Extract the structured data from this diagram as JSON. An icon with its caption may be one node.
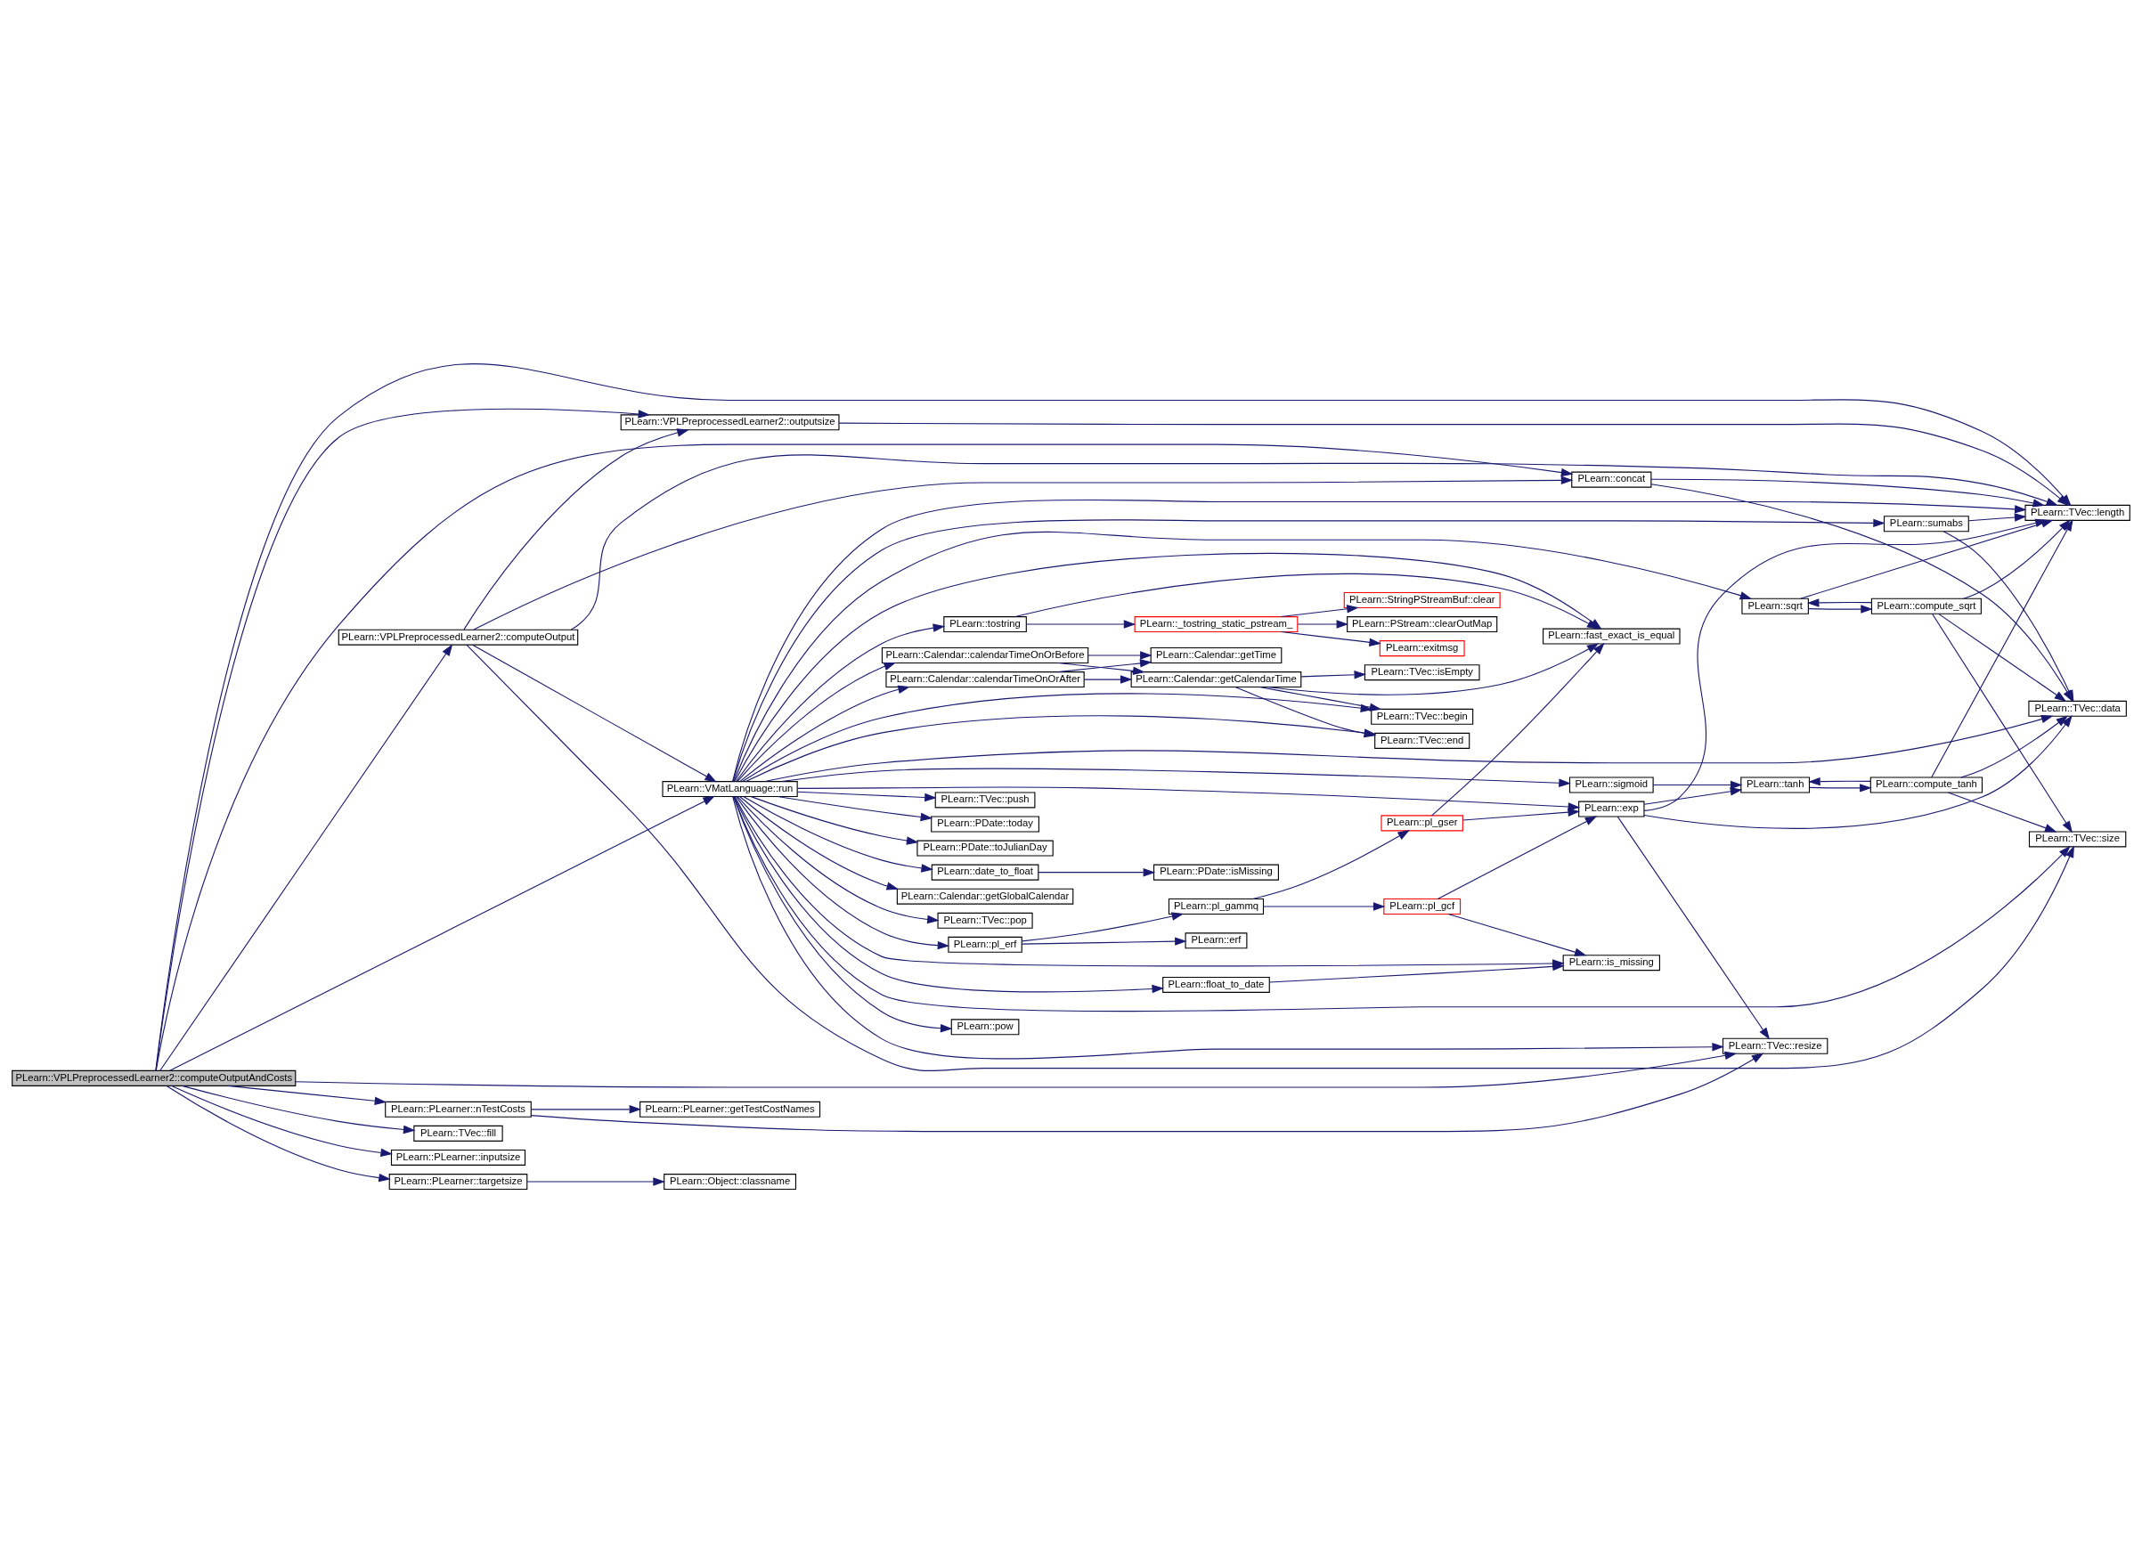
{
  "diagram": {
    "nodes": [
      {
        "text": [
          "PLearn::VPLPreprocessedLearner2::computeOutputAndCosts"
        ]
      },
      {
        "text": [
          "PLearn::VPLPreprocessedLearner2::outputsize"
        ]
      },
      {
        "text": [
          "PLearn::VPLPreprocessedLearner2::computeOutput"
        ]
      },
      {
        "text": [
          "PLearn::concat"
        ]
      },
      {
        "text": [
          "PLearn::VMatLanguage::run"
        ]
      },
      {
        "text": [
          "PLearn::PLearner::nTestCosts"
        ]
      },
      {
        "text": [
          "PLearn::TVec::fill"
        ]
      },
      {
        "text": [
          "PLearn::PLearner::inputsize"
        ]
      },
      {
        "text": [
          "PLearn::PLearner::getTestCostNames"
        ]
      },
      {
        "text": [
          "PLearn::PLearner::targetsize"
        ]
      },
      {
        "text": [
          "PLearn::Object::classname"
        ]
      },
      {
        "text": [
          "PLearn::TVec::length"
        ]
      },
      {
        "text": [
          "PLearn::TVec::data"
        ]
      },
      {
        "text": [
          "PLearn::TVec::size"
        ]
      },
      {
        "text": [
          "PLearn::TVec::resize"
        ]
      },
      {
        "text": [
          "PLearn::sumabs"
        ]
      },
      {
        "text": [
          "PLearn::sqrt"
        ]
      },
      {
        "text": [
          "PLearn::compute_sqrt"
        ]
      },
      {
        "text": [
          "PLearn::TVec::push"
        ]
      },
      {
        "text": [
          "PLearn::sigmoid"
        ]
      },
      {
        "text": [
          "PLearn::tanh"
        ]
      },
      {
        "text": [
          "PLearn::compute_tanh"
        ]
      },
      {
        "text": [
          "PLearn::PDate::today"
        ]
      },
      {
        "text": [
          "PLearn::PDate::toJulianDay"
        ]
      },
      {
        "text": [
          "PLearn::tostring"
        ]
      },
      {
        "text": [
          "PLearn::_tostring_static_pstream_"
        ]
      },
      {
        "text": [
          "PLearn::PStream::clearOutMap"
        ]
      },
      {
        "text": [
          "PLearn::exitmsg"
        ]
      },
      {
        "text": [
          "PLearn::StringPStreamBuf::clear"
        ]
      },
      {
        "text": [
          "PLearn::exp"
        ]
      },
      {
        "text": [
          "PLearn::Calendar::calendarTimeOnOrAfter"
        ]
      },
      {
        "text": [
          "PLearn::Calendar::getTime"
        ]
      },
      {
        "text": [
          "PLearn::Calendar::calendarTimeOnOrBefore"
        ]
      },
      {
        "text": [
          "PLearn::pl_gser"
        ]
      },
      {
        "text": [
          "PLearn::pl_gammq"
        ]
      },
      {
        "text": [
          "PLearn::pl_gcf"
        ]
      },
      {
        "text": [
          "PLearn::pl_erf"
        ]
      },
      {
        "text": [
          "PLearn::Calendar::getCalendarTime"
        ]
      },
      {
        "text": [
          "PLearn::TVec::begin"
        ]
      },
      {
        "text": [
          "PLearn::fast_exact_is_equal"
        ]
      },
      {
        "text": [
          "PLearn::erf"
        ]
      },
      {
        "text": [
          "PLearn::TVec::isEmpty"
        ]
      },
      {
        "text": [
          "PLearn::TVec::end"
        ]
      },
      {
        "text": [
          "PLearn::date_to_float"
        ]
      },
      {
        "text": [
          "PLearn::PDate::isMissing"
        ]
      },
      {
        "text": [
          "PLearn::is_missing"
        ]
      },
      {
        "text": [
          "PLearn::Calendar::getGlobalCalendar"
        ]
      },
      {
        "text": [
          "PLearn::float_to_date"
        ]
      },
      {
        "text": [
          "PLearn::TVec::pop"
        ]
      },
      {
        "text": [
          "PLearn::pow"
        ]
      }
    ],
    "edges": [
      {
        "from": 0,
        "to": 11,
        "arrow": "to"
      },
      {
        "from": 0,
        "to": 1,
        "arrow": "to"
      },
      {
        "from": 0,
        "to": 2,
        "arrow": "to"
      },
      {
        "from": 0,
        "to": 3,
        "arrow": "to"
      },
      {
        "from": 0,
        "to": 4,
        "arrow": "to"
      },
      {
        "from": 0,
        "to": 5,
        "arrow": "to"
      },
      {
        "from": 0,
        "to": 6,
        "arrow": "to"
      },
      {
        "from": 0,
        "to": 7,
        "arrow": "to"
      },
      {
        "from": 0,
        "to": 14,
        "arrow": "to"
      },
      {
        "from": 0,
        "to": 9,
        "arrow": "to"
      },
      {
        "from": 1,
        "to": 11,
        "arrow": "to"
      },
      {
        "from": 2,
        "to": 1,
        "arrow": "to"
      },
      {
        "from": 2,
        "to": 11,
        "arrow": "to"
      },
      {
        "from": 2,
        "to": 3,
        "arrow": "to"
      },
      {
        "from": 2,
        "to": 4,
        "arrow": "to"
      },
      {
        "from": 2,
        "to": 13,
        "arrow": "to"
      },
      {
        "from": 3,
        "to": 11,
        "arrow": "to"
      },
      {
        "from": 3,
        "to": 12,
        "arrow": "to"
      },
      {
        "from": 4,
        "to": 11,
        "arrow": "to"
      },
      {
        "from": 4,
        "to": 15,
        "arrow": "to"
      },
      {
        "from": 4,
        "to": 16,
        "arrow": "to"
      },
      {
        "from": 4,
        "to": 18,
        "arrow": "to"
      },
      {
        "from": 4,
        "to": 19,
        "arrow": "to"
      },
      {
        "from": 4,
        "to": 12,
        "arrow": "to"
      },
      {
        "from": 4,
        "to": 29,
        "arrow": "to"
      },
      {
        "from": 4,
        "to": 13,
        "arrow": "to"
      },
      {
        "from": 4,
        "to": 22,
        "arrow": "to"
      },
      {
        "from": 4,
        "to": 23,
        "arrow": "to"
      },
      {
        "from": 4,
        "to": 24,
        "arrow": "to"
      },
      {
        "from": 4,
        "to": 38,
        "arrow": "to"
      },
      {
        "from": 4,
        "to": 30,
        "arrow": "to"
      },
      {
        "from": 4,
        "to": 32,
        "arrow": "to"
      },
      {
        "from": 4,
        "to": 36,
        "arrow": "to"
      },
      {
        "from": 4,
        "to": 42,
        "arrow": "to"
      },
      {
        "from": 4,
        "to": 39,
        "arrow": "to"
      },
      {
        "from": 4,
        "to": 43,
        "arrow": "to"
      },
      {
        "from": 4,
        "to": 45,
        "arrow": "to"
      },
      {
        "from": 4,
        "to": 47,
        "arrow": "to"
      },
      {
        "from": 4,
        "to": 46,
        "arrow": "to"
      },
      {
        "from": 4,
        "to": 48,
        "arrow": "to"
      },
      {
        "from": 4,
        "to": 49,
        "arrow": "to"
      },
      {
        "from": 4,
        "to": 14,
        "arrow": "to"
      },
      {
        "from": 5,
        "to": 8,
        "arrow": "to"
      },
      {
        "from": 5,
        "to": 14,
        "arrow": "to"
      },
      {
        "from": 9,
        "to": 10,
        "arrow": "to"
      },
      {
        "from": 15,
        "to": 11,
        "arrow": "to"
      },
      {
        "from": 15,
        "to": 12,
        "arrow": "to"
      },
      {
        "from": 16,
        "to": 11,
        "arrow": "to"
      },
      {
        "from": 16,
        "to": 17,
        "arrow": "to"
      },
      {
        "from": 17,
        "to": 16,
        "arrow": "to"
      },
      {
        "from": 17,
        "to": 11,
        "arrow": "to"
      },
      {
        "from": 17,
        "to": 12,
        "arrow": "to"
      },
      {
        "from": 17,
        "to": 13,
        "arrow": "to"
      },
      {
        "from": 19,
        "to": 20,
        "arrow": "to"
      },
      {
        "from": 20,
        "to": 21,
        "arrow": "to"
      },
      {
        "from": 21,
        "to": 20,
        "arrow": "to"
      },
      {
        "from": 21,
        "to": 11,
        "arrow": "to"
      },
      {
        "from": 21,
        "to": 12,
        "arrow": "to"
      },
      {
        "from": 21,
        "to": 13,
        "arrow": "to"
      },
      {
        "from": 24,
        "to": 25,
        "arrow": "to"
      },
      {
        "from": 24,
        "to": 39,
        "arrow": "to"
      },
      {
        "from": 25,
        "to": 26,
        "arrow": "to"
      },
      {
        "from": 25,
        "to": 27,
        "arrow": "to"
      },
      {
        "from": 25,
        "to": 28,
        "arrow": "to"
      },
      {
        "from": 29,
        "to": 20,
        "arrow": "to"
      },
      {
        "from": 29,
        "to": 11,
        "arrow": "to"
      },
      {
        "from": 29,
        "to": 12,
        "arrow": "to"
      },
      {
        "from": 29,
        "to": 14,
        "arrow": "to"
      },
      {
        "from": 30,
        "to": 31,
        "arrow": "to"
      },
      {
        "from": 30,
        "to": 37,
        "arrow": "to"
      },
      {
        "from": 32,
        "to": 31,
        "arrow": "to"
      },
      {
        "from": 32,
        "to": 37,
        "arrow": "to"
      },
      {
        "from": 33,
        "to": 29,
        "arrow": "to"
      },
      {
        "from": 33,
        "to": 39,
        "arrow": "to"
      },
      {
        "from": 34,
        "to": 33,
        "arrow": "to"
      },
      {
        "from": 34,
        "to": 35,
        "arrow": "to"
      },
      {
        "from": 35,
        "to": 29,
        "arrow": "to"
      },
      {
        "from": 35,
        "to": 45,
        "arrow": "to"
      },
      {
        "from": 36,
        "to": 34,
        "arrow": "to"
      },
      {
        "from": 36,
        "to": 40,
        "arrow": "to"
      },
      {
        "from": 37,
        "to": 38,
        "arrow": "to"
      },
      {
        "from": 37,
        "to": 41,
        "arrow": "to"
      },
      {
        "from": 37,
        "to": 42,
        "arrow": "to"
      },
      {
        "from": 37,
        "to": 39,
        "arrow": "to"
      },
      {
        "from": 43,
        "to": 44,
        "arrow": "to"
      },
      {
        "from": 47,
        "to": 45,
        "arrow": "to"
      }
    ]
  }
}
